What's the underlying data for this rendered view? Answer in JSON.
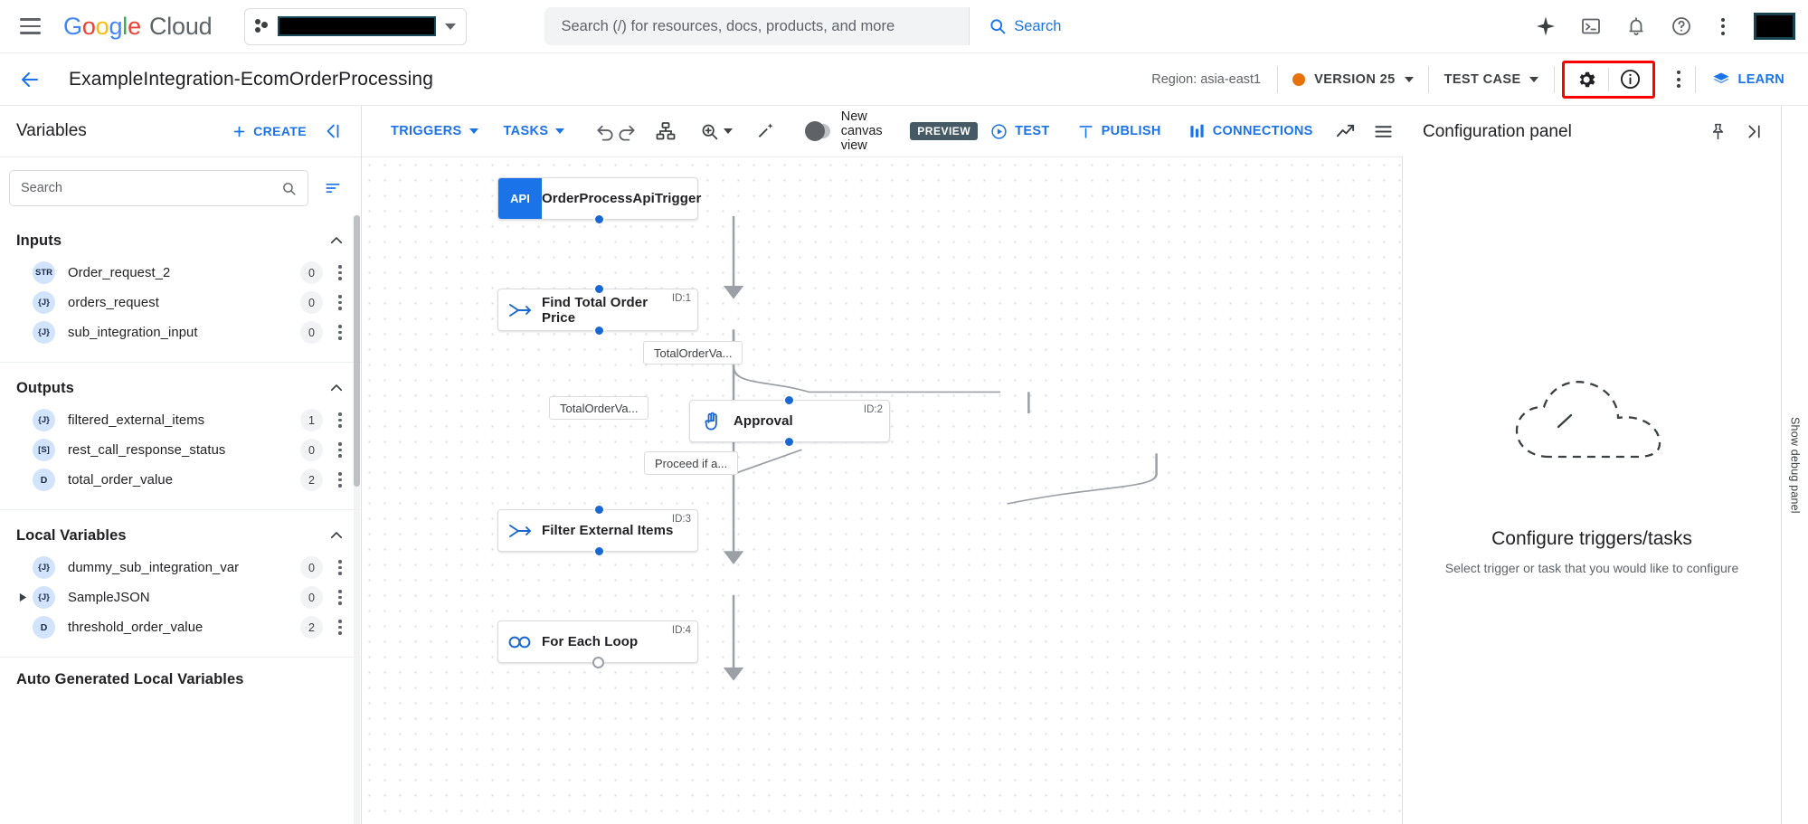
{
  "topbar": {
    "menu_icon": "hamburger-menu-icon",
    "brand": {
      "google": "Google",
      "cloud": "Cloud"
    },
    "project_picker": {
      "icon": "project-dots-icon",
      "value": "",
      "redacted": true
    },
    "search": {
      "placeholder": "Search (/) for resources, docs, products, and more",
      "button_label": "Search",
      "icon": "search-icon"
    },
    "icons": [
      "gemini-sparkle-icon",
      "cloud-shell-icon",
      "notifications-bell-icon",
      "help-question-icon",
      "more-options-kebab-icon"
    ],
    "avatar": {
      "name": "avatar",
      "redacted": true
    }
  },
  "subbar": {
    "back_icon": "back-arrow-icon",
    "title": "ExampleIntegration-EcomOrderProcessing",
    "region": "Region: asia-east1",
    "version": {
      "label": "VERSION 25",
      "dot_color": "#e8710a"
    },
    "test_case": "TEST CASE",
    "highlighted": {
      "border_color": "#ff0000",
      "items": [
        "settings-gear-icon",
        "info-circle-icon"
      ]
    },
    "kebab": "more-options-kebab-icon",
    "learn": {
      "label": "LEARN",
      "icon": "learn-book-icon"
    }
  },
  "variables_panel": {
    "title": "Variables",
    "create_label": "CREATE",
    "create_icon": "plus-icon",
    "collapse_icon": "collapse-panel-icon",
    "search_placeholder": "Search",
    "search_icon": "search-icon",
    "sort_icon": "sort-filter-icon",
    "groups": [
      {
        "title": "Inputs",
        "expanded": true,
        "items": [
          {
            "type": "STR",
            "name": "Order_request_2",
            "count": "0",
            "twisty": false
          },
          {
            "type": "{J}",
            "name": "orders_request",
            "count": "0",
            "twisty": false
          },
          {
            "type": "{J}",
            "name": "sub_integration_input",
            "count": "0",
            "twisty": false
          }
        ]
      },
      {
        "title": "Outputs",
        "expanded": true,
        "items": [
          {
            "type": "{J}",
            "name": "filtered_external_items",
            "count": "1",
            "twisty": false
          },
          {
            "type": "[S]",
            "name": "rest_call_response_status",
            "count": "0",
            "twisty": false
          },
          {
            "type": "D",
            "name": "total_order_value",
            "count": "2",
            "twisty": false
          }
        ]
      },
      {
        "title": "Local Variables",
        "expanded": true,
        "items": [
          {
            "type": "{J}",
            "name": "dummy_sub_integration_var",
            "count": "0",
            "twisty": false
          },
          {
            "type": "{J}",
            "name": "SampleJSON",
            "count": "0",
            "twisty": true
          },
          {
            "type": "D",
            "name": "threshold_order_value",
            "count": "2",
            "twisty": false
          }
        ]
      },
      {
        "title": "Auto Generated Local Variables",
        "expanded": true,
        "items": []
      }
    ]
  },
  "canvas_toolbar": {
    "triggers": "TRIGGERS",
    "tasks": "TASKS",
    "undo_icon": "undo-icon",
    "redo_icon": "redo-icon",
    "layout_icon": "auto-layout-icon",
    "zoom_icon": "zoom-icon",
    "cleanup_icon": "magic-cleanup-icon",
    "toggle_label": "New canvas view",
    "preview_badge": "PREVIEW",
    "test": {
      "label": "TEST",
      "icon": "play-circle-icon"
    },
    "publish": {
      "label": "PUBLISH",
      "icon": "publish-icon"
    },
    "connections": {
      "label": "CONNECTIONS",
      "icon": "connections-icon"
    },
    "monitor_icon": "monitoring-chart-icon",
    "logs_icon": "list-logs-icon"
  },
  "canvas": {
    "nodes": [
      {
        "id": "",
        "label": "OrderProcessApiTrigger",
        "icon": "api-trigger-icon",
        "badge": "API",
        "kind": "api"
      },
      {
        "id": "ID:1",
        "label": "Find Total Order Price",
        "icon": "data-mapping-icon",
        "kind": "task"
      },
      {
        "id": "ID:2",
        "label": "Approval",
        "icon": "approval-hand-icon",
        "kind": "task"
      },
      {
        "id": "ID:3",
        "label": "Filter External Items",
        "icon": "data-mapping-icon",
        "kind": "task"
      },
      {
        "id": "ID:4",
        "label": "For Each Loop",
        "icon": "for-each-loop-icon",
        "kind": "task"
      }
    ],
    "edge_labels": [
      "TotalOrderVa...",
      "TotalOrderVa...",
      "Proceed if a..."
    ]
  },
  "config_panel": {
    "title": "Configuration panel",
    "pin_icon": "pin-icon",
    "expand_icon": "expand-panel-icon",
    "empty_icon": "dashed-cloud-icon",
    "empty_title": "Configure triggers/tasks",
    "empty_subtitle": "Select trigger or task that you would like to configure"
  },
  "debug_rail": {
    "label": "Show debug panel"
  }
}
